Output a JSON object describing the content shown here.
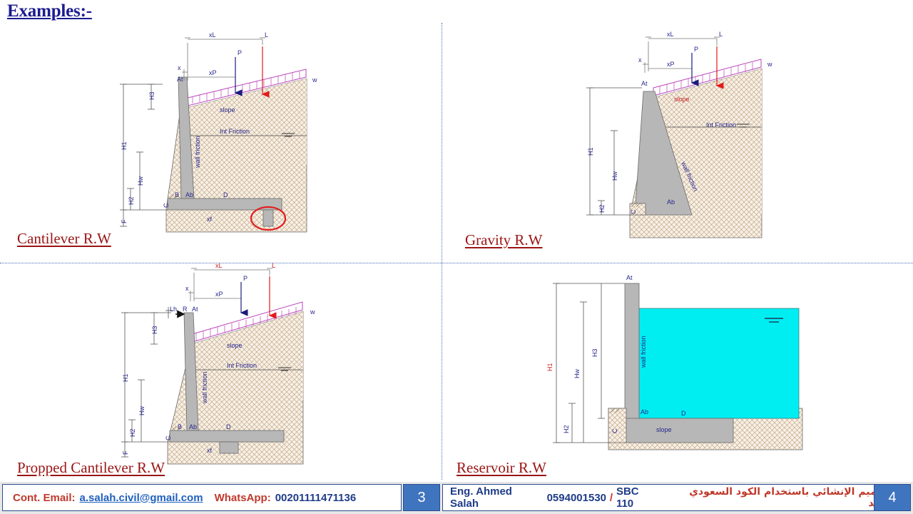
{
  "slide": {
    "title": "Examples:-"
  },
  "captions": {
    "cantilever": "Cantilever R.W",
    "gravity": "Gravity R.W",
    "propped": "Propped Cantilever R.W",
    "reservoir": "Reservoir R.W"
  },
  "colors": {
    "title": "#1b1b8f",
    "caption": "#9b1414",
    "label": "#26268c",
    "concrete": "#b3b3b3",
    "soil_fill": "#f6efe4",
    "soil_hatch": "#b59a72",
    "surcharge": "#cc66cc",
    "water": "#00eaf0",
    "load_P": "#1b1b7a",
    "load_L": "#e01b1b",
    "divider": "#4a6fb5",
    "red_markup": "#e02020"
  },
  "figures": {
    "cantilever": {
      "name": "Cantilever retaining wall",
      "labels": {
        "xL": "xL",
        "L": "L",
        "P": "P",
        "xP": "xP",
        "x": "x",
        "At": "At",
        "w": "w",
        "H1": "H1",
        "H2": "H2",
        "H3": "H3",
        "Hw": "Hw",
        "F": "F",
        "slope": "slope",
        "int_friction": "Int Friction",
        "wall_friction": "wall friction",
        "B": "B",
        "Ab": "Ab",
        "C": "C",
        "D": "D",
        "xf": "xf"
      },
      "markup": "red-circle-around-shear-key"
    },
    "gravity": {
      "name": "Gravity retaining wall",
      "labels": {
        "xL": "xL",
        "L": "L",
        "P": "P",
        "xP": "xP",
        "x": "x",
        "At": "At",
        "w": "w",
        "H1": "H1",
        "H2": "H2",
        "Hw": "Hw",
        "slope": "slope",
        "int_friction": "Int Friction",
        "wall_friction": "wall friction",
        "C": "C",
        "Ab": "Ab"
      }
    },
    "propped": {
      "name": "Propped cantilever retaining wall",
      "labels": {
        "xL": "xL",
        "L": "L",
        "P": "P",
        "xP": "xP",
        "x": "x",
        "Lh": "Lh",
        "R": "R",
        "At": "At",
        "w": "w",
        "H1": "H1",
        "H2": "H2",
        "H3": "H3",
        "Hw": "Hw",
        "F": "F",
        "slope": "slope",
        "int_friction": "Int Friction",
        "wall_friction": "wall friction",
        "B": "B",
        "Ab": "Ab",
        "C": "C",
        "D": "D",
        "xf": "xf"
      }
    },
    "reservoir": {
      "name": "Reservoir retaining wall",
      "labels": {
        "At": "At",
        "Ab": "Ab",
        "C": "C",
        "D": "D",
        "H1": "H1",
        "H2": "H2",
        "H3": "H3",
        "Hw": "Hw",
        "slope": "slope",
        "wall_friction": "wall friction"
      }
    }
  },
  "footer": {
    "left": {
      "contact_label": "Cont. Email:",
      "email": "a.salah.civil@gmail.com",
      "whatsapp_label": "WhatsApp:",
      "whatsapp_number": "00201111471136",
      "page": "3"
    },
    "right": {
      "engineer": "Eng. Ahmed Salah",
      "phone": "0594001530",
      "separator": "/",
      "code": "SBC 110",
      "arabic": "التصميم الإنشائي باستخدام الكود السعودي الجديد",
      "page": "4"
    }
  }
}
